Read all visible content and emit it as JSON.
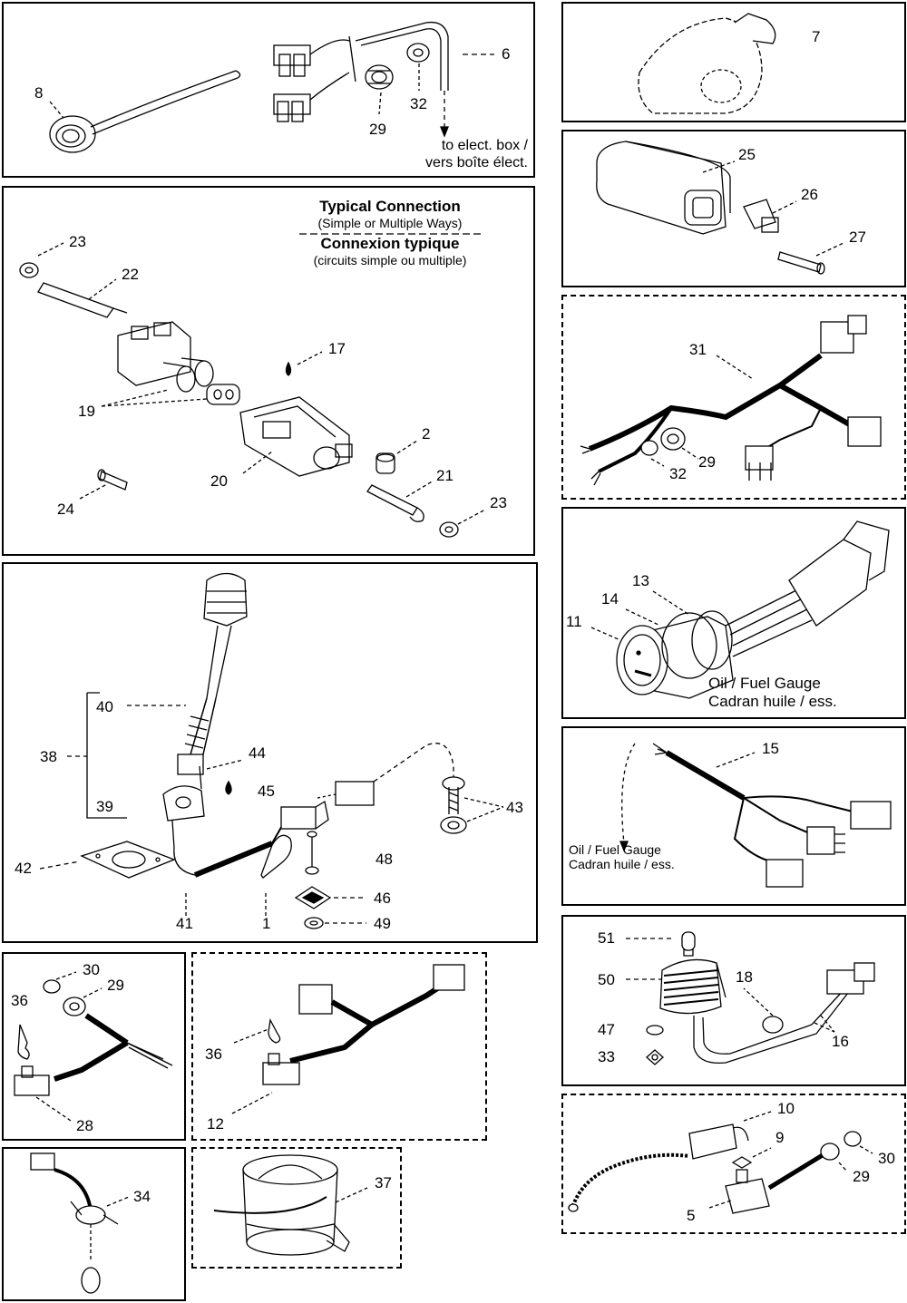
{
  "panels": {
    "p1": {
      "callouts": {
        "c8": "8",
        "c6": "6",
        "c29": "29",
        "c32": "32"
      },
      "note_line1": "to elect. box /",
      "note_line2": "vers boîte élect."
    },
    "p2": {
      "callouts": {
        "c7": "7"
      }
    },
    "p3": {
      "title_en": "Typical Connection",
      "sub_en": "(Simple or Multiple Ways)",
      "title_fr": "Connexion typique",
      "sub_fr": "(circuits simple ou multiple)",
      "callouts": {
        "c23a": "23",
        "c22": "22",
        "c17": "17",
        "c19": "19",
        "c2": "2",
        "c20": "20",
        "c21": "21",
        "c24": "24",
        "c23b": "23"
      }
    },
    "p4": {
      "callouts": {
        "c25": "25",
        "c26": "26",
        "c27": "27"
      }
    },
    "p5": {
      "callouts": {
        "c31": "31",
        "c29": "29",
        "c32": "32"
      }
    },
    "p6": {
      "callouts": {
        "c13": "13",
        "c14": "14",
        "c11": "11"
      },
      "caption_line1": "Oil / Fuel Gauge",
      "caption_line2": "Cadran huile / ess."
    },
    "p7": {
      "callouts": {
        "c40": "40",
        "c38": "38",
        "c39": "39",
        "c44": "44",
        "c45": "45",
        "c43": "43",
        "c48": "48",
        "c42": "42",
        "c46": "46",
        "c41": "41",
        "c1": "1",
        "c49": "49"
      }
    },
    "p8": {
      "callouts": {
        "c15": "15"
      },
      "caption_line1": "Oil / Fuel Gauge",
      "caption_line2": "Cadran huile / ess."
    },
    "p9": {
      "callouts": {
        "c51": "51",
        "c50": "50",
        "c18": "18",
        "c47": "47",
        "c33": "33",
        "c16": "16"
      }
    },
    "p10": {
      "callouts": {
        "c30": "30",
        "c29": "29",
        "c36": "36",
        "c28": "28"
      }
    },
    "p11": {
      "callouts": {
        "c36": "36",
        "c12": "12"
      }
    },
    "p12": {
      "callouts": {
        "c10": "10",
        "c9": "9",
        "c30": "30",
        "c29": "29",
        "c5": "5"
      }
    },
    "p13": {
      "callouts": {
        "c34": "34"
      }
    },
    "p14": {
      "callouts": {
        "c37": "37"
      }
    }
  }
}
